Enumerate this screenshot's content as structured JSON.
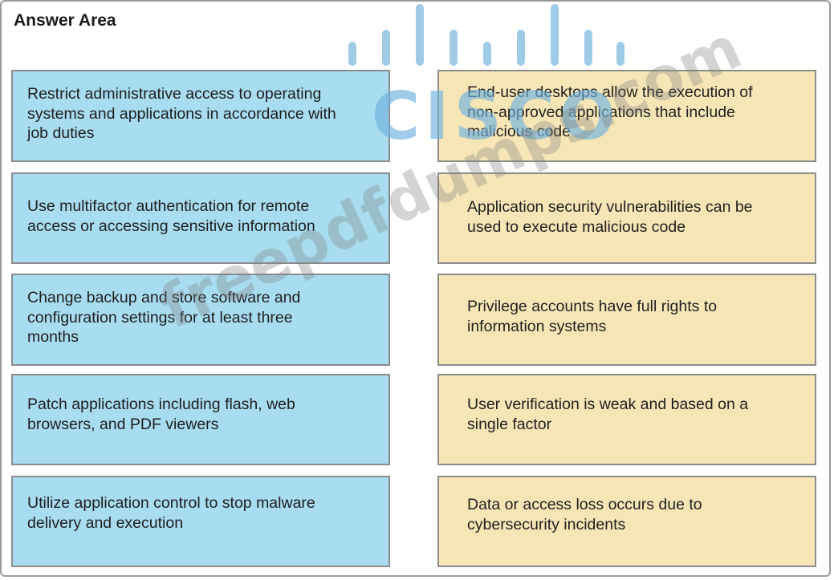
{
  "title": "Answer Area",
  "left_items": [
    "Restrict administrative access to operating\nsystems and applications in accordance with\njob duties",
    "Use multifactor authentication for remote\naccess or accessing sensitive information",
    "Change backup and store software and\nconfiguration settings for at least three\nmonths",
    "Patch applications including flash, web\nbrowsers, and PDF viewers",
    "Utilize application control to stop malware\ndelivery and execution"
  ],
  "right_items": [
    "End-user desktops allow the execution of\nnon-approved applications that include\nmalicious code",
    "Application security vulnerabilities can be\nused to execute malicious code",
    "Privilege accounts have full rights to\ninformation systems",
    "User verification is weak and based on a\nsingle factor",
    "Data or access loss occurs due to\ncybersecurity incidents"
  ],
  "watermark": {
    "logo_text": "CISCO",
    "site_text": "freepdfdumps.com"
  },
  "colors": {
    "left_card": "#a7dcf1",
    "right_card": "#f6e6b6"
  }
}
